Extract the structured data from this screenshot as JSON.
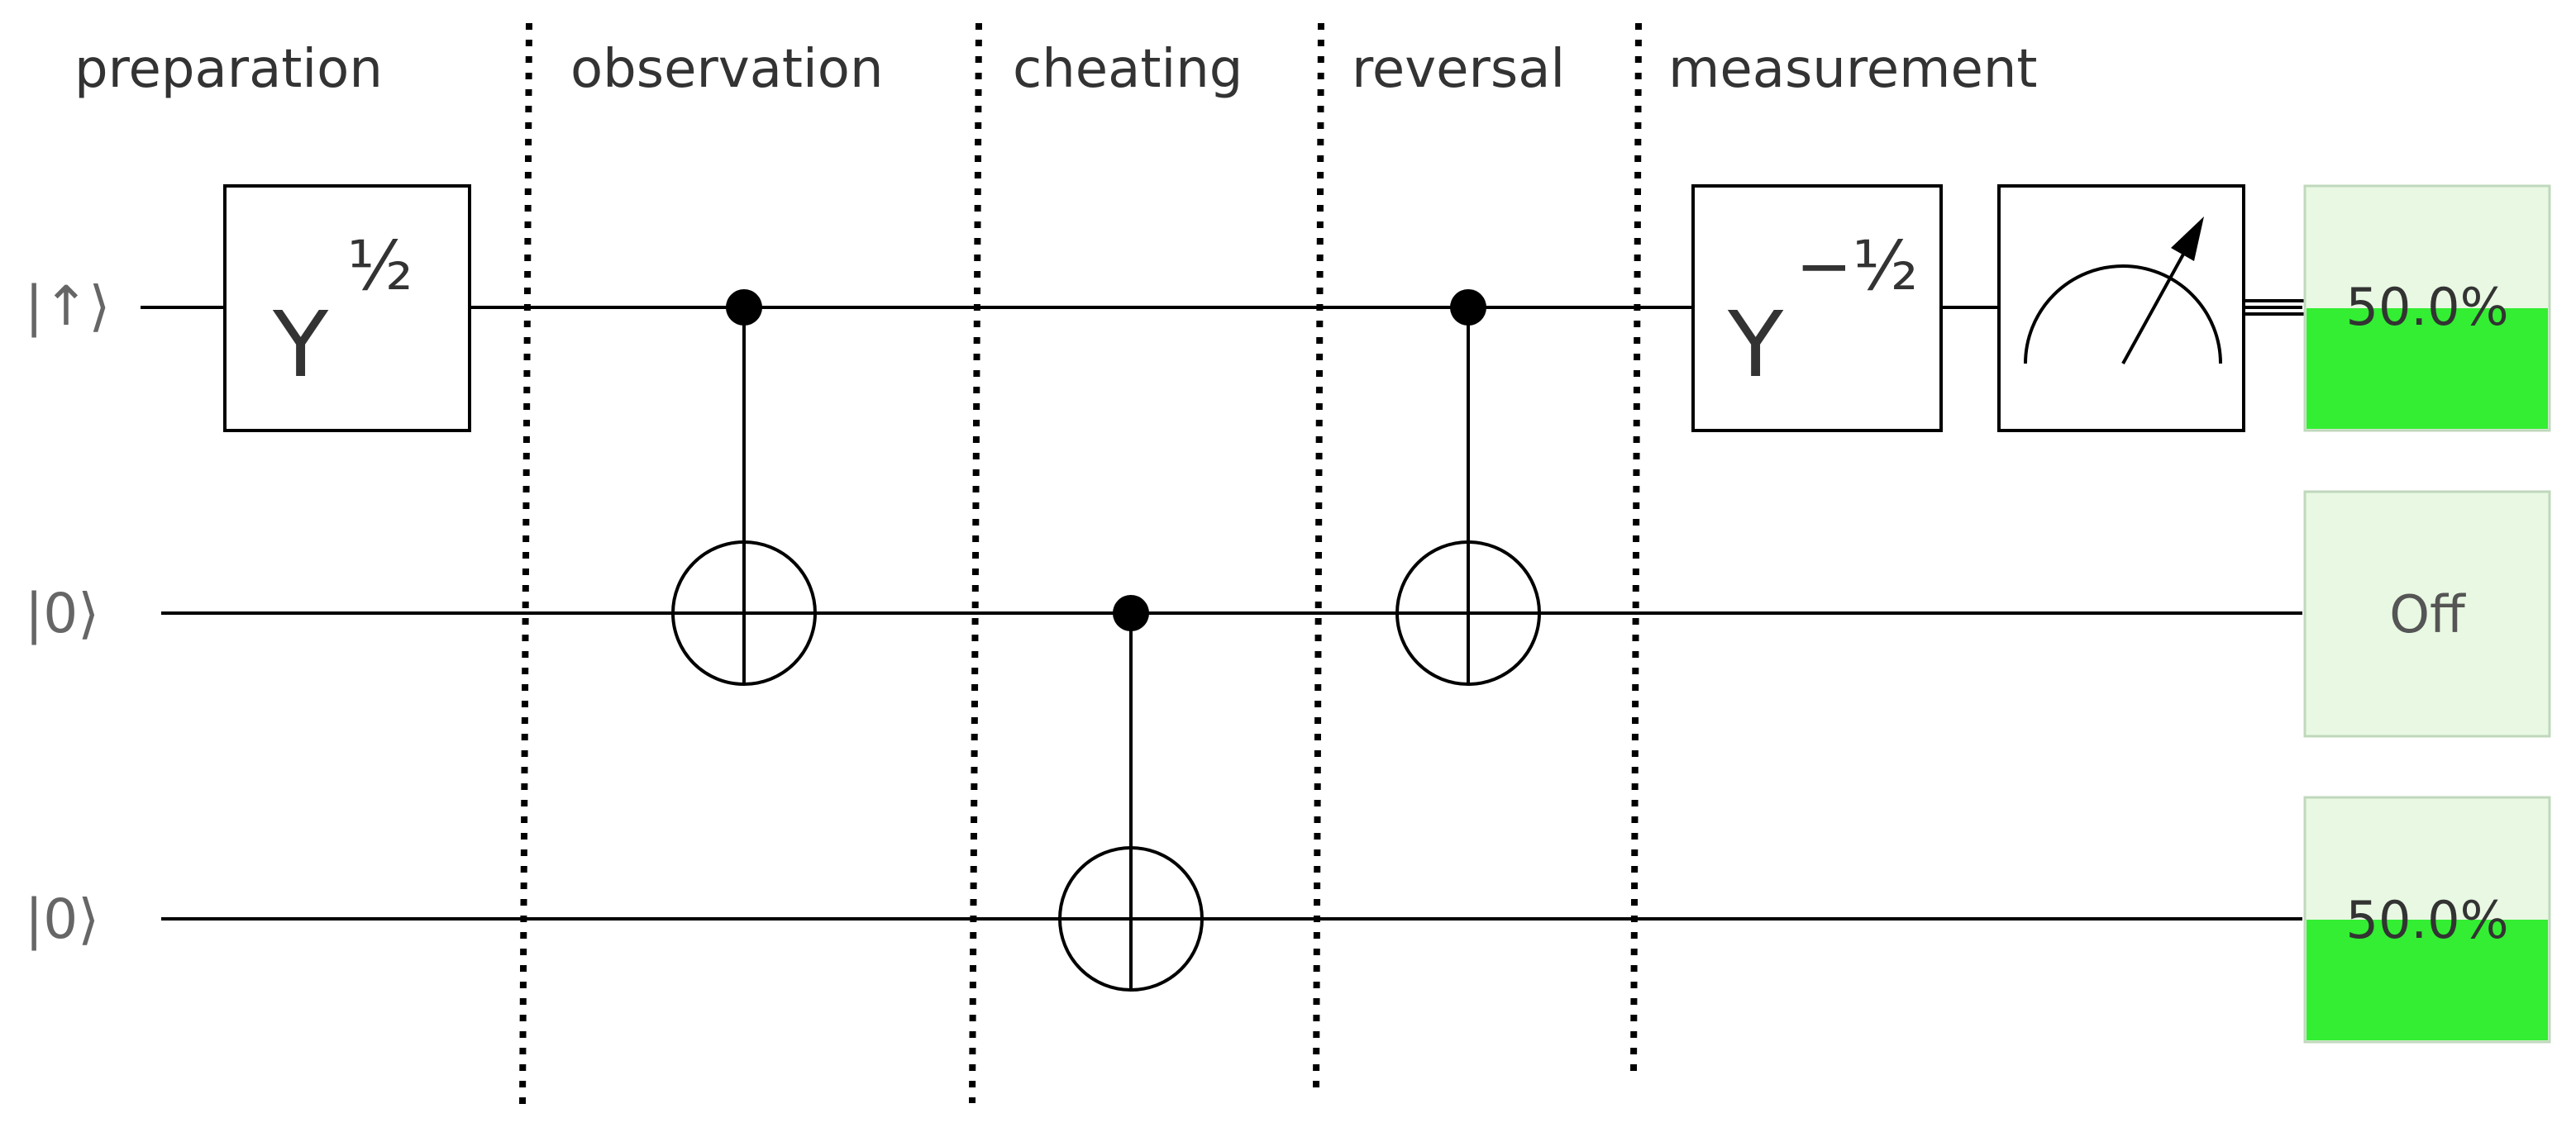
{
  "sections": [
    {
      "label": "preparation"
    },
    {
      "label": "observation"
    },
    {
      "label": "cheating"
    },
    {
      "label": "reversal"
    },
    {
      "label": "measurement"
    }
  ],
  "qubits": [
    {
      "ket": "|↑⟩"
    },
    {
      "ket": "|0⟩"
    },
    {
      "ket": "|0⟩"
    }
  ],
  "gates": {
    "y_half": {
      "base": "Y",
      "exponent": "½"
    },
    "y_neg_half": {
      "base": "Y",
      "exponent": "−½"
    },
    "measurement": {
      "icon": "meter-icon"
    }
  },
  "controls": [
    {
      "name": "observation-cnot",
      "control_qubit": 0,
      "target_qubit": 1
    },
    {
      "name": "cheating-cnot",
      "control_qubit": 1,
      "target_qubit": 2
    },
    {
      "name": "reversal-cnot",
      "control_qubit": 0,
      "target_qubit": 1
    }
  ],
  "displays": [
    {
      "text": "50.0%",
      "fill": 0.5
    },
    {
      "text": "Off",
      "fill": 0
    },
    {
      "text": "50.0%",
      "fill": 0.5
    }
  ],
  "colors": {
    "wire": "#000000",
    "text": "#333333",
    "fill_green": "#33ee33",
    "display_bg": "#e8f8e2",
    "display_border": "#c0d8bc"
  }
}
